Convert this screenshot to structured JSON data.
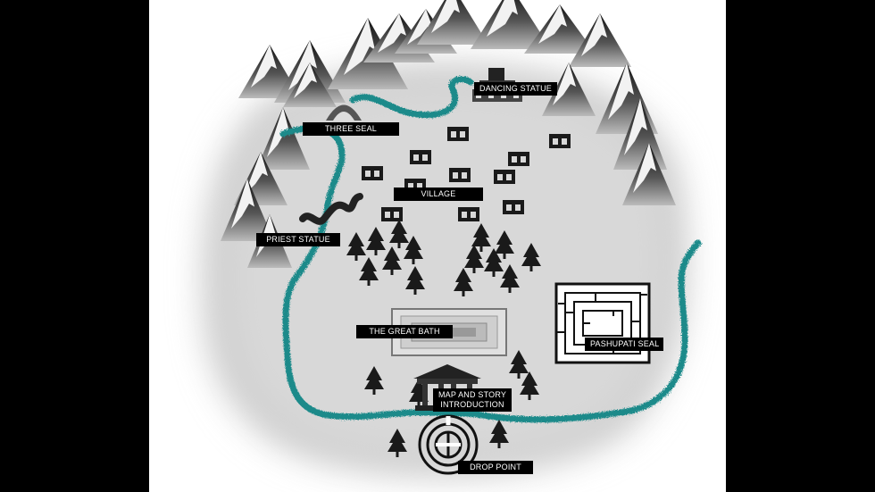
{
  "map": {
    "labels": {
      "dancing_statue": "DANCING STATUE",
      "three_seal": "THREE SEAL",
      "village": "VILLAGE",
      "priest_statue": "PRIEST STATUE",
      "great_bath": "THE GREAT BATH",
      "pashupati_seal": "PASHUPATI SEAL",
      "map_story_line1": "MAP AND STORY",
      "map_story_line2": "INTRODUCTION",
      "drop_point": "DROP POINT"
    },
    "colors": {
      "background": "#000000",
      "paper": "#ffffff",
      "terrain": "#d4d4d4",
      "river": "#1b8a8a",
      "label_bg": "#000000",
      "label_text": "#ffffff"
    }
  }
}
